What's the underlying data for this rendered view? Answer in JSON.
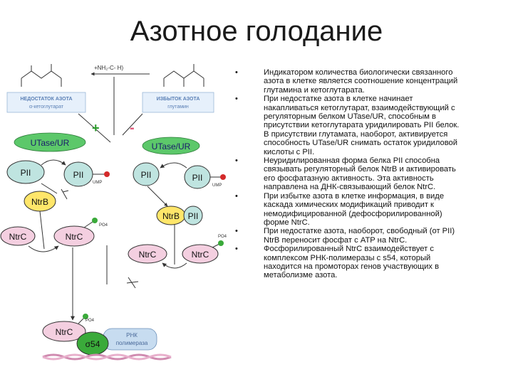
{
  "title": "Азотное голодание",
  "diagram": {
    "left_formula_text": "α-кетоглутарат",
    "middle_formula_text": "+NH₂-C- H)",
    "right_formula_text": "глутамин",
    "left_box": {
      "line1": "НЕДОСТАТОК АЗОТА",
      "line2": "α-кетоглутарат"
    },
    "right_box": {
      "line1": "ИЗБЫТОК АЗОТА",
      "line2": "глутамин"
    },
    "plus_sign": "+",
    "minus_sign": "-",
    "utase_left": "UTase/UR",
    "utase_right": "UTase/UR",
    "pii": "PII",
    "ump": "UMP",
    "ntrb": "NtrB",
    "ntrc": "NtrC",
    "po4": "PO4",
    "sigma": "σ54",
    "rnap_line1": "РНК",
    "rnap_line2": "полимераза",
    "colors": {
      "utase": "#5cc86a",
      "pii": "#bfe4e0",
      "ntrb": "#ffe66a",
      "ntrc": "#f4cfe0",
      "rnap": "#c7dcf0",
      "arrow_dark": "#333333",
      "ump_dot": "#d42a2a",
      "po4_dot": "#3aaa3a",
      "sign_red": "#e05a7a",
      "sign_green": "#2a9a2a"
    }
  },
  "bullets": [
    [
      "Индикатором количества биологически связанного",
      "азота в клетке является соотношение концентраций",
      "глутамина и кетоглутарата."
    ],
    [
      "При недостатке азота в клетке начинает",
      "накапливаться кетоглутарат, взаимодействующий с",
      "регуляторным белком UTase/UR, способным в",
      "присутствии кетоглутарата уридилировать PII белок.",
      "В присутствии глутамата, наоборот, активируется",
      "способность UTase/UR снимать остаток уридиловой",
      "кислоты с PII."
    ],
    [
      "Неуридилированная форма белка PII способна",
      "связывать регуляторный белок NtrB и активировать",
      "его фосфатазную активность. Эта активность",
      "направлена на ДНК-связывающий белок NtrC."
    ],
    [
      "При избытке азота в клетке информация, в виде",
      "каскада химических модификаций приводит к",
      "немодифицированной (дефосфорилированной)",
      "форме NtrC."
    ],
    [
      "При недостатке азота, наоборот, свободный (от PII)",
      "NtrB переносит фосфат с ATP на NtrC."
    ],
    [
      "Фосфорилированный NtrC взаимодействует с",
      "комплексом РНК-полимеразы с s54, который",
      "находится на промоторах генов участвующих в",
      "метаболизме азота."
    ]
  ]
}
